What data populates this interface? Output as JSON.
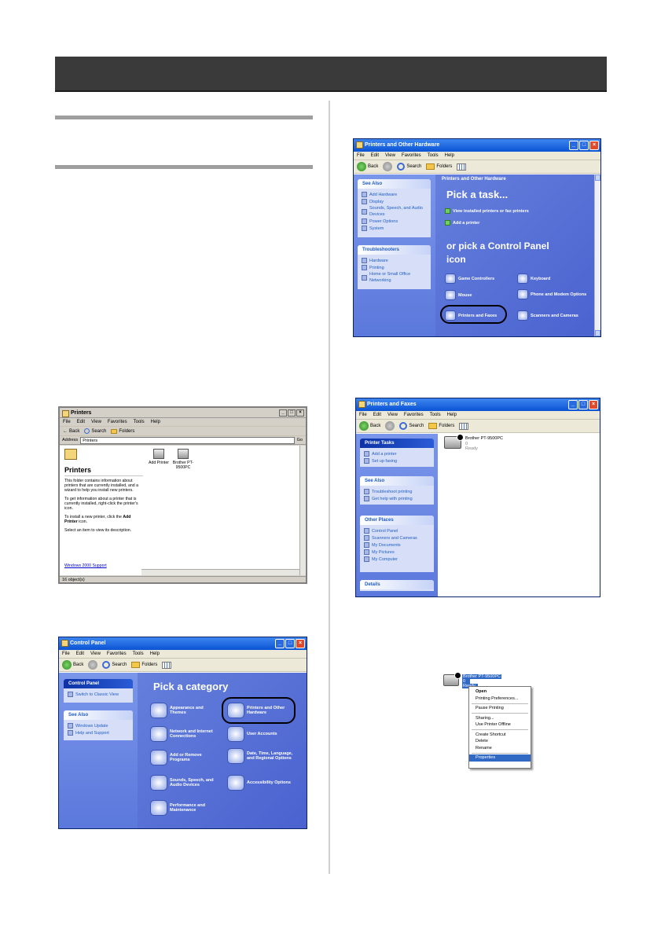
{
  "win_printers": {
    "title": "Printers",
    "menu": [
      "File",
      "Edit",
      "View",
      "Favorites",
      "Tools",
      "Help"
    ],
    "toolbar": {
      "back": "Back",
      "search": "Search",
      "folders": "Folders"
    },
    "address_label": "Address",
    "address_value": "Printers",
    "go": "Go",
    "heading": "Printers",
    "para1": "This folder contains information about printers that are currently installed, and a wizard to help you install new printers.",
    "para2": "To get information about a printer that is currently installed, right-click the printer's icon.",
    "para3_a": "To install a new printer, click the ",
    "para3_b": "Add Printer",
    "para3_c": " icon.",
    "para4": "Select an item to view its description.",
    "support_link": "Windows 2000 Support",
    "icons": [
      "Add Printer",
      "Brother PT-9500PC"
    ],
    "status": "16 object(s)"
  },
  "win_control_panel": {
    "title": "Control Panel",
    "menu": [
      "File",
      "Edit",
      "View",
      "Favorites",
      "Tools",
      "Help"
    ],
    "toolbar": {
      "back": "Back",
      "search": "Search",
      "folders": "Folders"
    },
    "panel1_head": "Control Panel",
    "panel1_items": [
      "Switch to Classic View"
    ],
    "panel2_head": "See Also",
    "panel2_items": [
      "Windows Update",
      "Help and Support"
    ],
    "pick": "Pick a category",
    "categories": [
      "Appearance and Themes",
      "Printers and Other Hardware",
      "Network and Internet Connections",
      "User Accounts",
      "Add or Remove Programs",
      "Date, Time, Language, and Regional Options",
      "Sounds, Speech, and Audio Devices",
      "Accessibility Options",
      "Performance and Maintenance"
    ]
  },
  "win_hardware": {
    "title": "Printers and Other Hardware",
    "menu": [
      "File",
      "Edit",
      "View",
      "Favorites",
      "Tools",
      "Help"
    ],
    "toolbar": {
      "back": "Back",
      "search": "Search",
      "folders": "Folders"
    },
    "breadcrumb": "Printers and Other Hardware",
    "panel1_head": "See Also",
    "panel1_items": [
      "Add Hardware",
      "Display",
      "Sounds, Speech, and Audio Devices",
      "Power Options",
      "System"
    ],
    "panel2_head": "Troubleshooters",
    "panel2_items": [
      "Hardware",
      "Printing",
      "Home or Small Office Networking"
    ],
    "pick_task": "Pick a task...",
    "tasks": [
      "View installed printers or fax printers",
      "Add a printer"
    ],
    "or_pick_1": "or pick a Control Panel",
    "or_pick_2": "icon",
    "icons": [
      "Game Controllers",
      "Keyboard",
      "Mouse",
      "Phone and Modem Options",
      "Printers and Faxes",
      "Scanners and Cameras"
    ]
  },
  "win_faxes": {
    "title": "Printers and Faxes",
    "menu": [
      "File",
      "Edit",
      "View",
      "Favorites",
      "Tools",
      "Help"
    ],
    "toolbar": {
      "back": "Back",
      "search": "Search",
      "folders": "Folders"
    },
    "panel1_head": "Printer Tasks",
    "panel1_items": [
      "Add a printer",
      "Set up faxing"
    ],
    "panel2_head": "See Also",
    "panel2_items": [
      "Troubleshoot printing",
      "Get help with printing"
    ],
    "panel3_head": "Other Places",
    "panel3_items": [
      "Control Panel",
      "Scanners and Cameras",
      "My Documents",
      "My Pictures",
      "My Computer"
    ],
    "panel4_head": "Details",
    "printer_name": "Brother PT-9500PC",
    "printer_jobs": "0",
    "printer_status": "Ready"
  },
  "context": {
    "printer_name": "Brother PT-9500PC",
    "printer_jobs": "0",
    "printer_status": "Ready",
    "items": [
      "Open",
      "Printing Preferences...",
      "Pause Printing",
      "Sharing...",
      "Use Printer Offline",
      "Create Shortcut",
      "Delete",
      "Rename",
      "Properties"
    ]
  }
}
